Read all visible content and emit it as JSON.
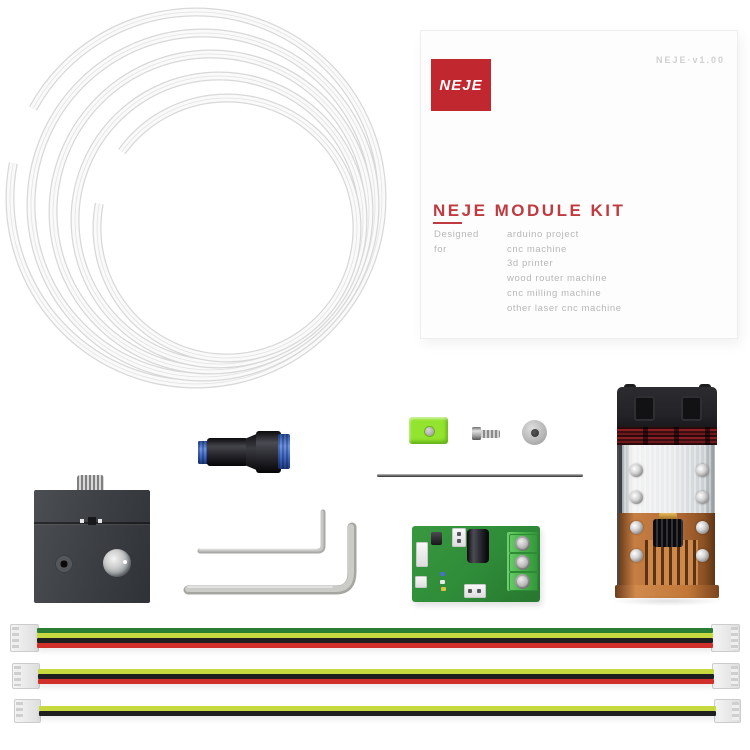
{
  "manual": {
    "version_label": "NEJE·v1.00",
    "logo_text": "NEJE",
    "title_prefix": "NE",
    "title_suffix": "JE MODULE KIT",
    "designed_for_label": "Designed for",
    "designed_for_items": [
      "arduino project",
      "cnc machine",
      "3d printer",
      "wood router machine",
      "cnc milling machine",
      "other laser cnc machine"
    ]
  },
  "colors": {
    "brand_red": "#c0272f",
    "title_red": "#c13a40",
    "muted_text": "#b7b7b7",
    "version_text": "#d0d0d0",
    "pcb_green": "#2e8b38",
    "terminal_green": "#4db84d",
    "fitting_blue": "#3a62c0",
    "lime_green": "#93e42e",
    "copper": "#b26a36",
    "copper_dark": "#6b3c1a",
    "wire_dark_green": "#2a7d33",
    "wire_yellow_green": "#c6da3f",
    "wire_black": "#1f1f1f",
    "wire_red": "#d02f2a"
  },
  "cables": [
    {
      "wires": [
        "wire_dark_green",
        "wire_yellow_green",
        "wire_black",
        "wire_red"
      ]
    },
    {
      "wires": [
        "wire_yellow_green",
        "wire_black",
        "wire_red"
      ]
    },
    {
      "wires": [
        "wire_yellow_green",
        "wire_black"
      ]
    }
  ]
}
